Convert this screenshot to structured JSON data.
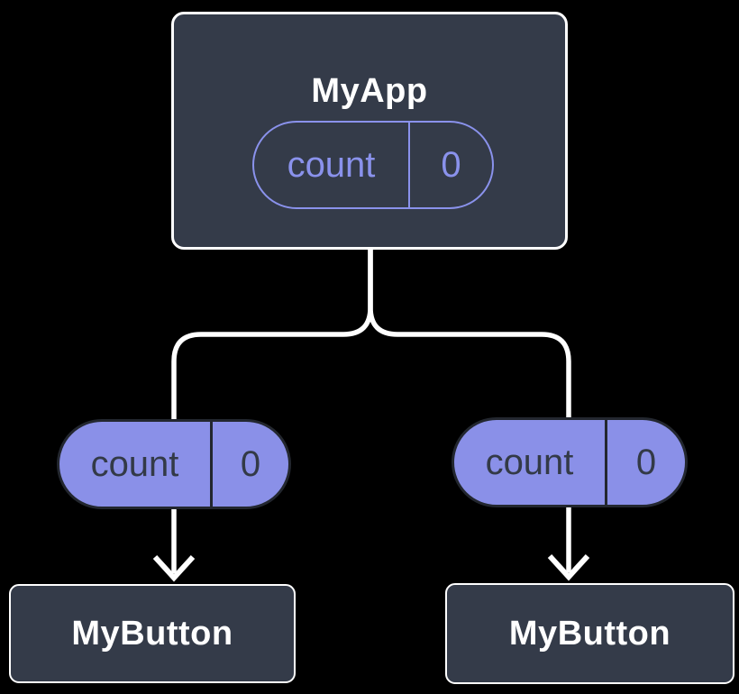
{
  "diagram": {
    "type": "component-tree",
    "background_color": "#000000",
    "node_fill_color": "#343B49",
    "node_border_color": "#FFFFFF",
    "accent_purple": "#8A90E8",
    "pill_text_dark": "#333A47",
    "connector_color": "#FFFFFF",
    "root": {
      "label": "MyApp",
      "state_pill": {
        "name": "count",
        "value": "0"
      }
    },
    "children": [
      {
        "passed_pill": {
          "name": "count",
          "value": "0"
        },
        "label": "MyButton"
      },
      {
        "passed_pill": {
          "name": "count",
          "value": "0"
        },
        "label": "MyButton"
      }
    ]
  }
}
